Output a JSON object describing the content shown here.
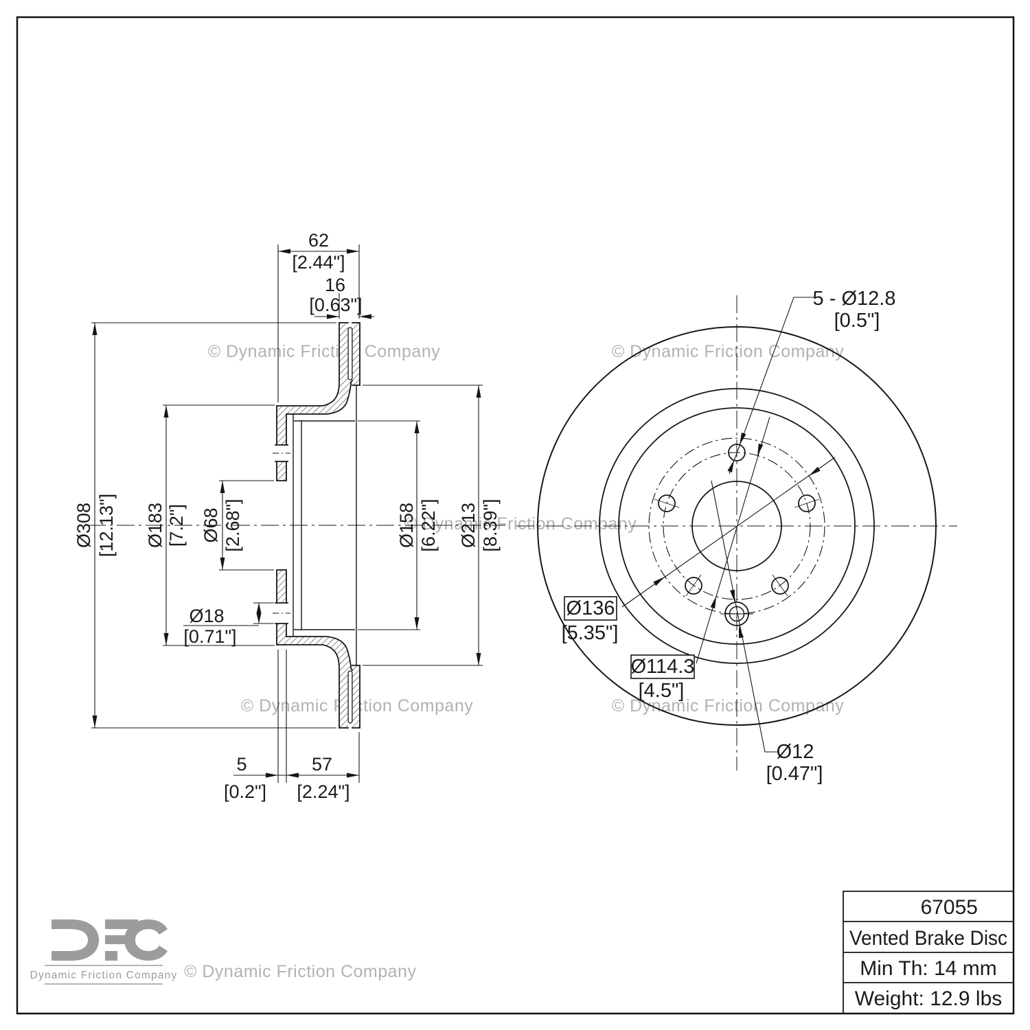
{
  "branding": {
    "watermark": "© Dynamic Friction Company",
    "logo_text": "DFC",
    "logo_subtitle": "Dynamic Friction Company"
  },
  "title_block": {
    "part_number": "67055",
    "product_type": "Vented Brake Disc",
    "min_thickness": "Min Th: 14 mm",
    "weight": "Weight: 12.9 lbs"
  },
  "section_view": {
    "dims": {
      "overall_width": {
        "mm": "62",
        "in": "[2.44\"]"
      },
      "rotor_thickness": {
        "mm": "16",
        "in": "[0.63\"]"
      },
      "outer_dia": {
        "mm": "Ø308",
        "in": "[12.13\"]"
      },
      "hat_outer_dia": {
        "mm": "Ø183",
        "in": "[7.2\"]"
      },
      "center_bore": {
        "mm": "Ø68",
        "in": "[2.68\"]"
      },
      "screw_hole": {
        "mm": "Ø18",
        "in": "[0.71\"]"
      },
      "drum_inner_dia": {
        "mm": "Ø158",
        "in": "[6.22\"]"
      },
      "rotor_inner_dia": {
        "mm": "Ø213",
        "in": "[8.39\"]"
      },
      "flange_offset": {
        "mm": "5",
        "in": "[0.2\"]"
      },
      "hat_depth": {
        "mm": "57",
        "in": "[2.24\"]"
      }
    }
  },
  "front_view": {
    "labels": {
      "lug_holes": {
        "mm": "5 - Ø12.8",
        "in": "[0.5\"]"
      },
      "outer_ring_dia": {
        "mm": "Ø136",
        "in": "[5.35\"]"
      },
      "bolt_circle_dia": {
        "mm": "Ø114.3",
        "in": "[4.5\"]"
      },
      "set_screw_hole": {
        "mm": "Ø12",
        "in": "[0.47\"]"
      }
    }
  },
  "colors": {
    "line": "#161616",
    "watermark": "#b2b2b2",
    "logo": "#9c9c9c",
    "background": "#ffffff"
  }
}
